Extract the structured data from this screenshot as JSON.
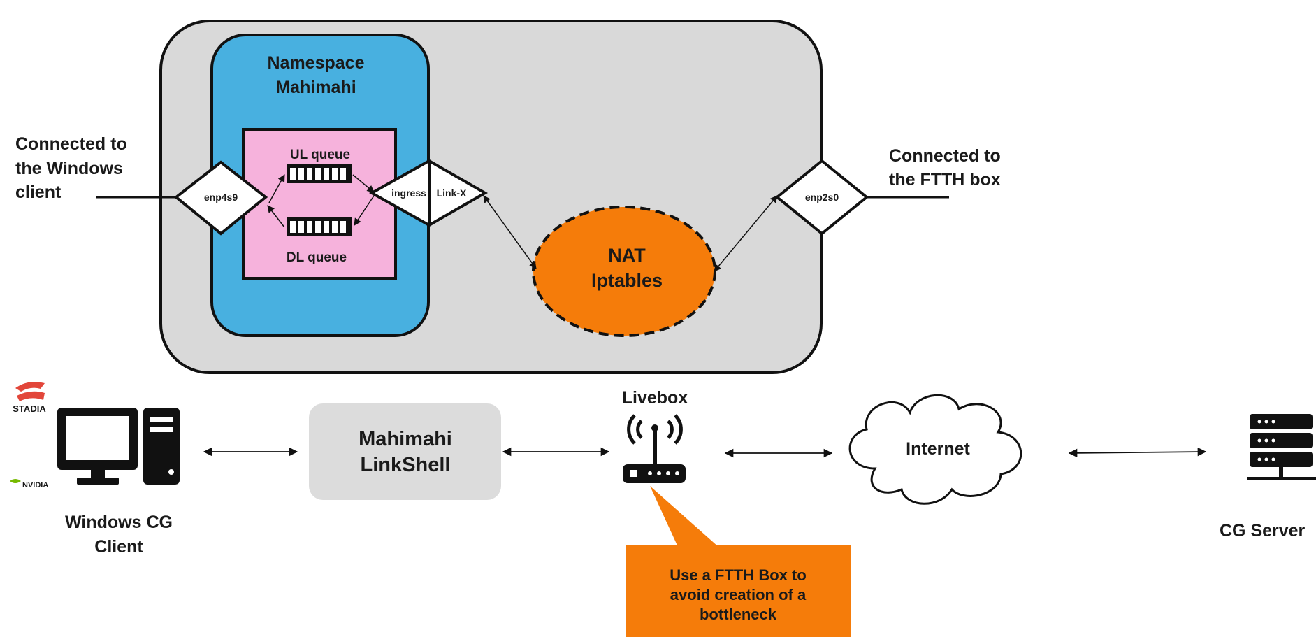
{
  "colors": {
    "host_box": "#d9d9d9",
    "namespace": "#48b0e0",
    "queue_box": "#f6b2dc",
    "nat": "#f57c0a",
    "linkshell": "#dcdcdc",
    "callout": "#f57c0a",
    "stroke": "#111111"
  },
  "host": {
    "namespace_title_line1": "Namespace",
    "namespace_title_line2": "Mahimahi",
    "ul_queue_label": "UL queue",
    "dl_queue_label": "DL queue",
    "if_client": "enp4s9",
    "if_ingress": "ingress",
    "if_link": "Link-X",
    "if_ftth": "enp2s0",
    "nat_line1": "NAT",
    "nat_line2": "Iptables",
    "left_note": [
      "Connected to",
      "the Windows",
      "client"
    ],
    "right_note": [
      "Connected to",
      "the FTTH box"
    ]
  },
  "chain": {
    "client_logo_top": "STADIA",
    "client_logo_bottom": "NVIDIA",
    "client_label": [
      "Windows CG",
      "Client"
    ],
    "linkshell_label": [
      "Mahimahi",
      "LinkShell"
    ],
    "router_label": "Livebox",
    "internet_label": "Internet",
    "server_label": "CG Server"
  },
  "callout": {
    "lines": [
      "Use a FTTH Box to",
      "avoid creation of a",
      "bottleneck"
    ]
  },
  "icons": [
    "stadia-logo-icon",
    "nvidia-logo-icon",
    "desktop-pc-icon",
    "wifi-router-icon",
    "cloud-icon",
    "server-rack-icon"
  ]
}
